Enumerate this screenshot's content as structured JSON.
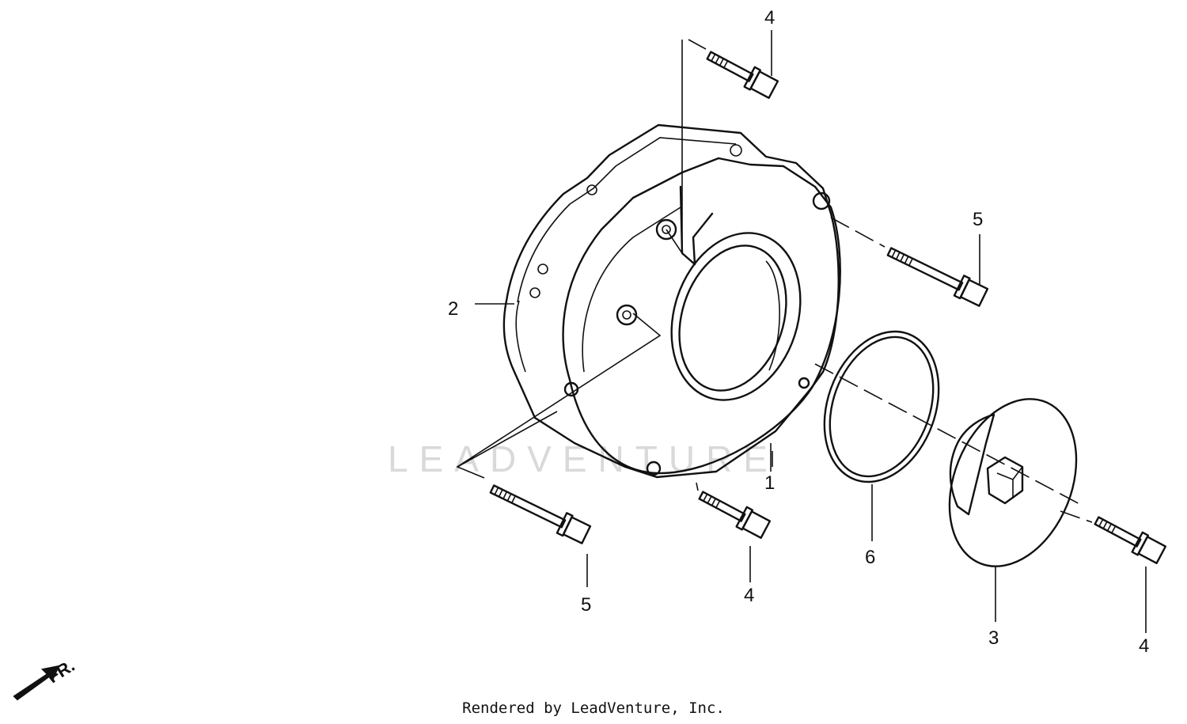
{
  "callouts": {
    "top_4": "4",
    "right_5": "5",
    "left_2": "2",
    "cover_1": "1",
    "lower_5": "5",
    "lower_4": "4",
    "oring_6": "6",
    "cap_3": "3",
    "right_4": "4"
  },
  "watermark": "LEADVENTURE",
  "direction_label": "FR.",
  "footer": "Rendered by LeadVenture, Inc.",
  "colors": {
    "line": "#111111",
    "watermark": "#d9d9d9",
    "background": "#ffffff"
  },
  "icons": {
    "direction": "front-arrow-icon"
  }
}
